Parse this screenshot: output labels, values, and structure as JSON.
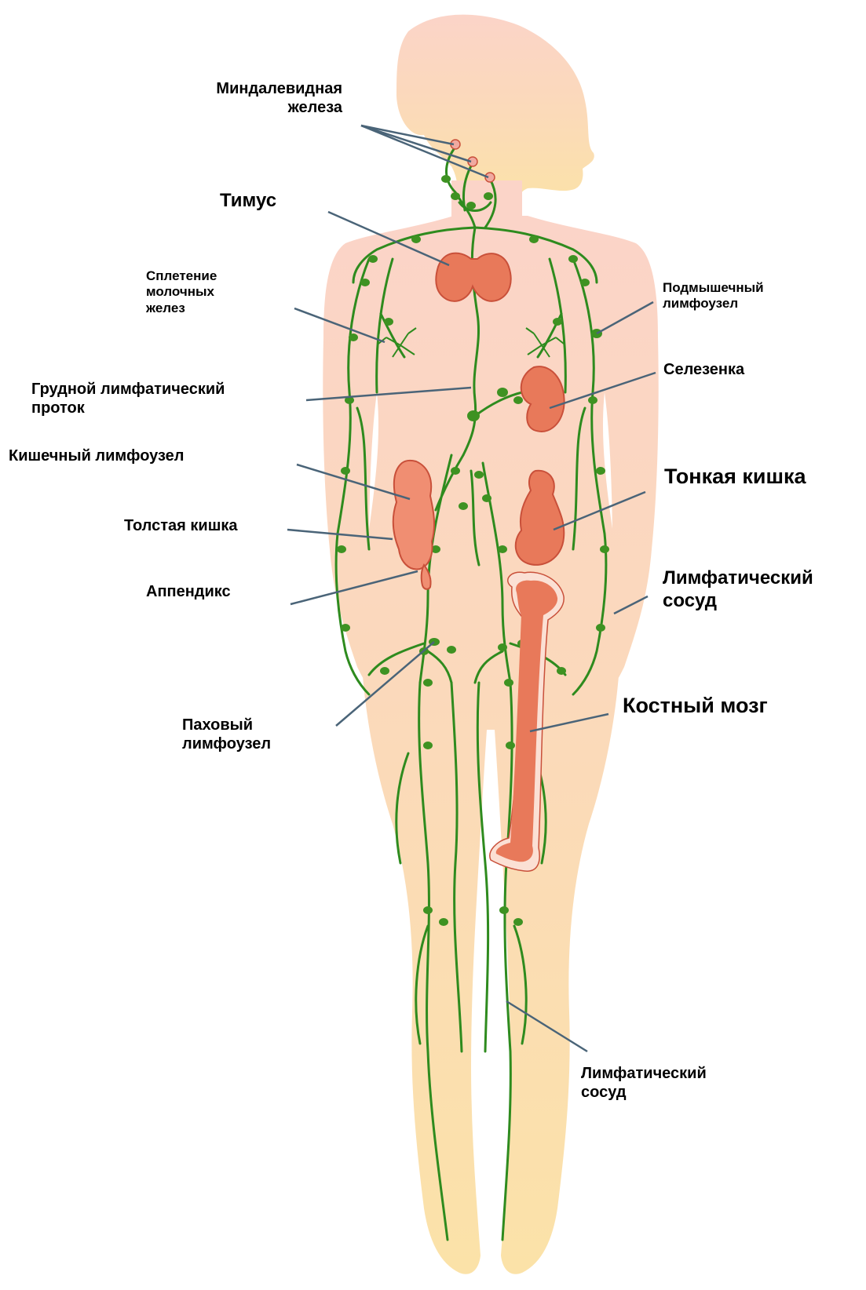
{
  "figure": {
    "colors": {
      "body_top": "#fbd4c8",
      "body_bottom": "#fbe2a8",
      "vessel": "#2e8b1e",
      "node": "#3e9222",
      "organ": "#e8795a",
      "organ_outline": "#c9503a",
      "bone_halo": "#fbe0d4",
      "leader_line": "#4a6478"
    },
    "labels": {
      "tonsils": "Миндалевидная\nжелеза",
      "thymus": "Тимус",
      "mammary_plexus": "Сплетение\nмолочных\nжелез",
      "axillary_node": "Подмышечный\nлимфоузел",
      "spleen": "Селезенка",
      "thoracic_duct": "Грудной лимфатический\nпроток",
      "intestinal_node": "Кишечный лимфоузел",
      "small_intestine": "Тонкая кишка",
      "large_intestine": "Толстая кишка",
      "appendix": "Аппендикс",
      "lymph_vessel_arm": "Лимфатический\nсосуд",
      "inguinal_node": "Паховый\nлимфоузел",
      "bone_marrow": "Костный мозг",
      "lymph_vessel_leg": "Лимфатический\nсосуд"
    }
  }
}
